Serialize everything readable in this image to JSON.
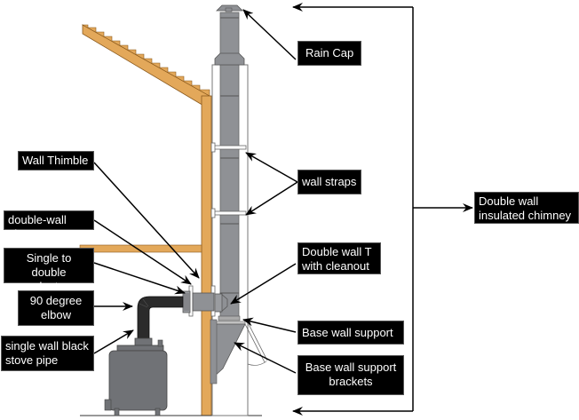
{
  "title": "Double wall chimney installation through wall",
  "colors": {
    "wood": "#E3A85A",
    "wood_outline": "#8a5a1e",
    "chimney_pipe": "#8f9195",
    "chimney_outline": "#555555",
    "stove": "#707276",
    "stove_pipe": "#2b2b2b",
    "label_bg": "#000000",
    "label_text": "#ffffff",
    "line": "#000000"
  },
  "labels": {
    "rain_cap": "Rain Cap",
    "wall_straps": "wall straps",
    "double_wall_insulated_chimney": "Double wall\ninsulated chimney",
    "wall_thimble": "Wall Thimble",
    "double_wall_pipe": "double-wall pipe",
    "single_to_double_adaptor": "Single to double\nadaptor",
    "ninety_degree_elbow": "90 degree\nelbow",
    "single_wall_black_stove_pipe": "single wall black\n stove pipe",
    "double_wall_t_with_cleanout": "Double wall T\nwith cleanout",
    "base_wall_support": "Base wall support",
    "base_wall_support_brackets": "Base wall support\nbrackets"
  }
}
